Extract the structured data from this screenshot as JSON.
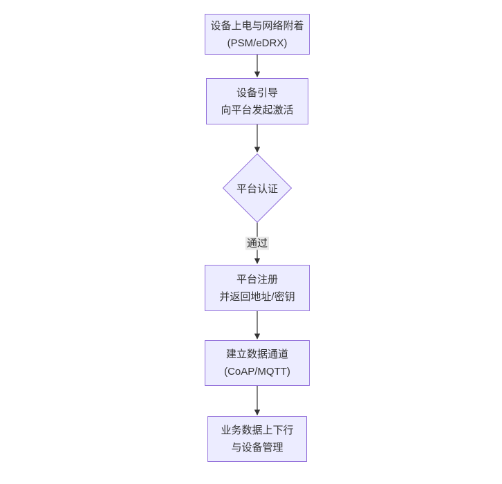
{
  "diagram": {
    "type": "flowchart",
    "direction": "top-down",
    "colors": {
      "background": "#ffffff",
      "node_fill": "#ECECFF",
      "node_border": "#9370DB",
      "text": "#333333",
      "edge": "#333333",
      "edge_label_bg": "#e8e8e8"
    },
    "nodes": [
      {
        "id": "power-attach",
        "shape": "rect",
        "lines": [
          "设备上电与网络附着",
          "(PSM/eDRX)"
        ]
      },
      {
        "id": "bootstrap",
        "shape": "rect",
        "lines": [
          "设备引导",
          "向平台发起激活"
        ]
      },
      {
        "id": "platform-auth",
        "shape": "diamond",
        "lines": [
          "平台认证"
        ]
      },
      {
        "id": "platform-register",
        "shape": "rect",
        "lines": [
          "平台注册",
          "并返回地址/密钥"
        ]
      },
      {
        "id": "data-channel",
        "shape": "rect",
        "lines": [
          "建立数据通道",
          "(CoAP/MQTT)"
        ]
      },
      {
        "id": "business-data",
        "shape": "rect",
        "lines": [
          "业务数据上下行",
          "与设备管理"
        ]
      }
    ],
    "edges": [
      {
        "from": "power-attach",
        "to": "bootstrap",
        "label": ""
      },
      {
        "from": "bootstrap",
        "to": "platform-auth",
        "label": ""
      },
      {
        "from": "platform-auth",
        "to": "platform-register",
        "label": "通过"
      },
      {
        "from": "platform-register",
        "to": "data-channel",
        "label": ""
      },
      {
        "from": "data-channel",
        "to": "business-data",
        "label": ""
      }
    ]
  }
}
